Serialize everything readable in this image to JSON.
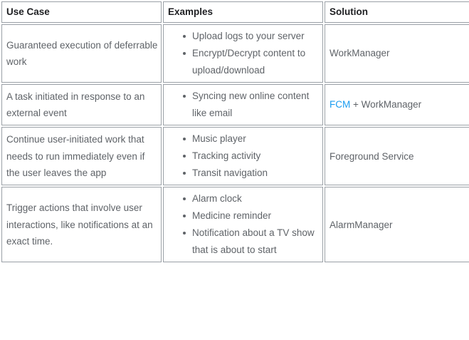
{
  "table": {
    "headers": [
      "Use Case",
      "Examples",
      "Solution"
    ],
    "rows": [
      {
        "use_case": "Guaranteed execution of deferrable work",
        "examples": [
          "Upload logs to your server",
          "Encrypt/Decrypt content to upload/download"
        ],
        "solution": {
          "link_label": null,
          "text": "WorkManager"
        }
      },
      {
        "use_case": "A task initiated in response to an external event",
        "examples": [
          "Syncing new online content like email"
        ],
        "solution": {
          "link_label": "FCM",
          "text": " + WorkManager"
        }
      },
      {
        "use_case": "Continue user-initiated work that needs to run immediately even if the user leaves the app",
        "examples": [
          "Music player",
          "Tracking activity",
          "Transit navigation"
        ],
        "solution": {
          "link_label": null,
          "text": "Foreground Service"
        }
      },
      {
        "use_case": "Trigger actions that involve user interactions, like notifications at an exact time.",
        "examples": [
          "Alarm clock",
          "Medicine reminder",
          "Notification about a TV show that is about to start"
        ],
        "solution": {
          "link_label": null,
          "text": "AlarmManager"
        }
      }
    ]
  },
  "colors": {
    "link": "#1a9cf0",
    "text": "#5f6368",
    "header_text": "#202124",
    "border": "#9aa0a6",
    "background": "#ffffff"
  }
}
